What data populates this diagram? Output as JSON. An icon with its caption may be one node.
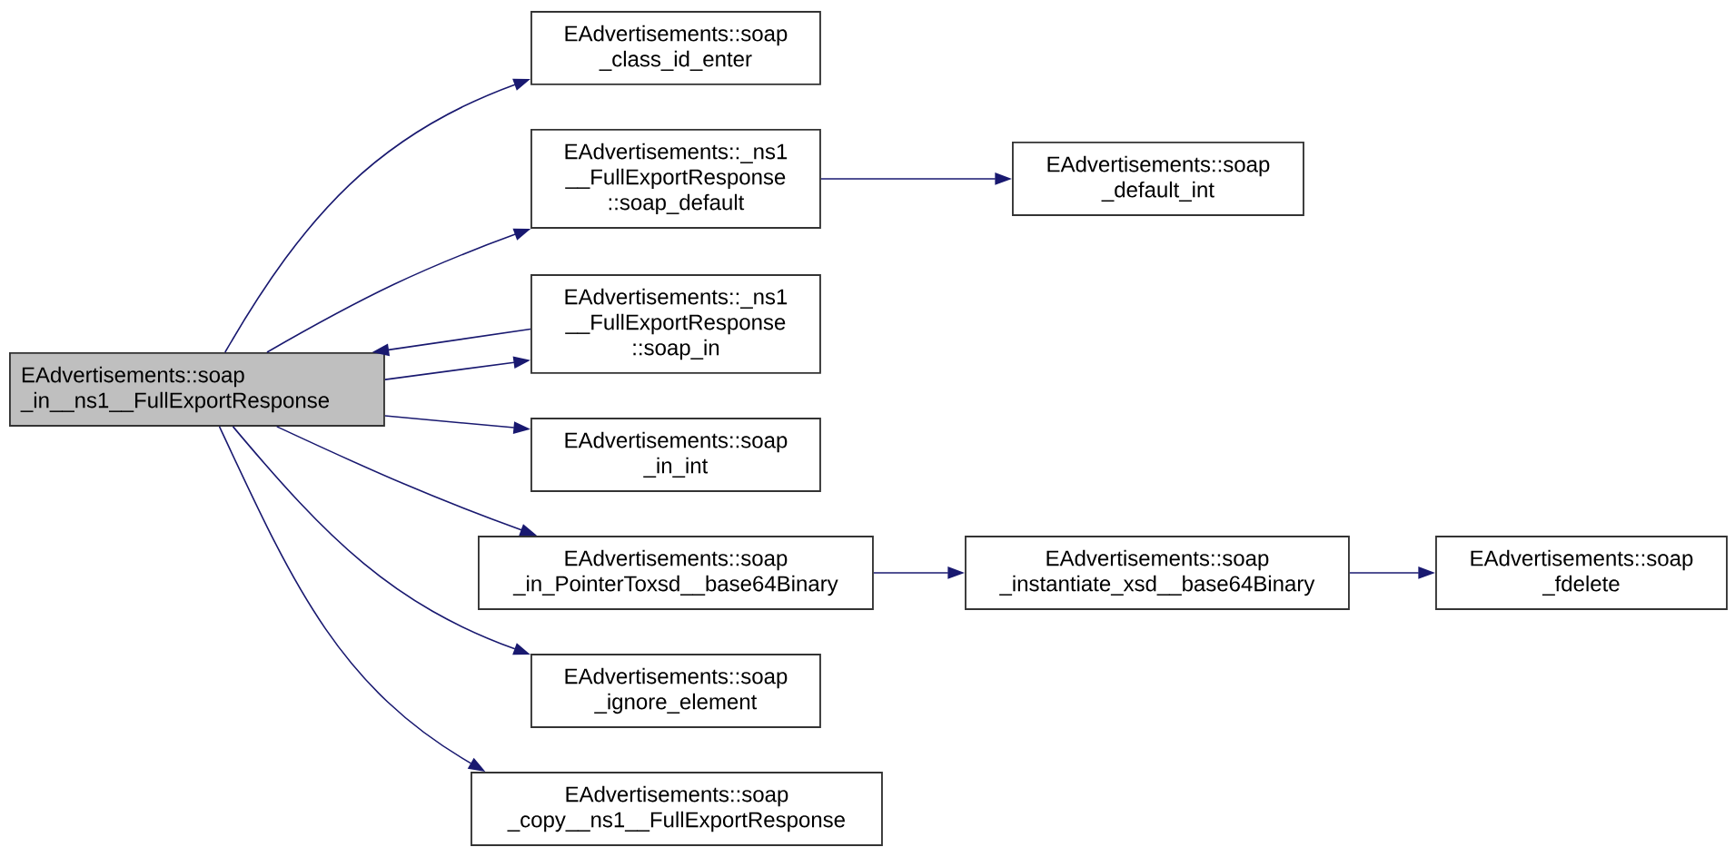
{
  "diagram": {
    "nodes": [
      {
        "text": [
          "EAdvertisements::soap _in__ns1__FullExportResponse"
        ]
      },
      {
        "text": [
          "EAdvertisements::soap _class_id_enter"
        ]
      },
      {
        "text": [
          "EAdvertisements::_ns1 __FullExportResponse ::soap_default"
        ]
      },
      {
        "text": [
          "EAdvertisements::soap _default_int"
        ]
      },
      {
        "text": [
          "EAdvertisements::_ns1 __FullExportResponse ::soap_in"
        ]
      },
      {
        "text": [
          "EAdvertisements::soap _in_int"
        ]
      },
      {
        "text": [
          "EAdvertisements::soap _in_PointerToxsd__base64Binary"
        ]
      },
      {
        "text": [
          "EAdvertisements::soap _instantiate_xsd__base64Binary"
        ]
      },
      {
        "text": [
          "EAdvertisements::soap _fdelete"
        ]
      },
      {
        "text": [
          "EAdvertisements::soap _ignore_element"
        ]
      },
      {
        "text": [
          "EAdvertisements::soap _copy__ns1__FullExportResponse"
        ]
      }
    ],
    "edges": [
      {
        "from": 0,
        "to": 1,
        "arrow": "to"
      },
      {
        "from": 0,
        "to": 2,
        "arrow": "to"
      },
      {
        "from": 2,
        "to": 3,
        "arrow": "to"
      },
      {
        "from": 4,
        "to": 0,
        "arrow": "to"
      },
      {
        "from": 0,
        "to": 4,
        "arrow": "to"
      },
      {
        "from": 0,
        "to": 5,
        "arrow": "to"
      },
      {
        "from": 0,
        "to": 6,
        "arrow": "to"
      },
      {
        "from": 6,
        "to": 7,
        "arrow": "to"
      },
      {
        "from": 7,
        "to": 8,
        "arrow": "to"
      },
      {
        "from": 0,
        "to": 9,
        "arrow": "to"
      },
      {
        "from": 0,
        "to": 10,
        "arrow": "to"
      }
    ]
  }
}
